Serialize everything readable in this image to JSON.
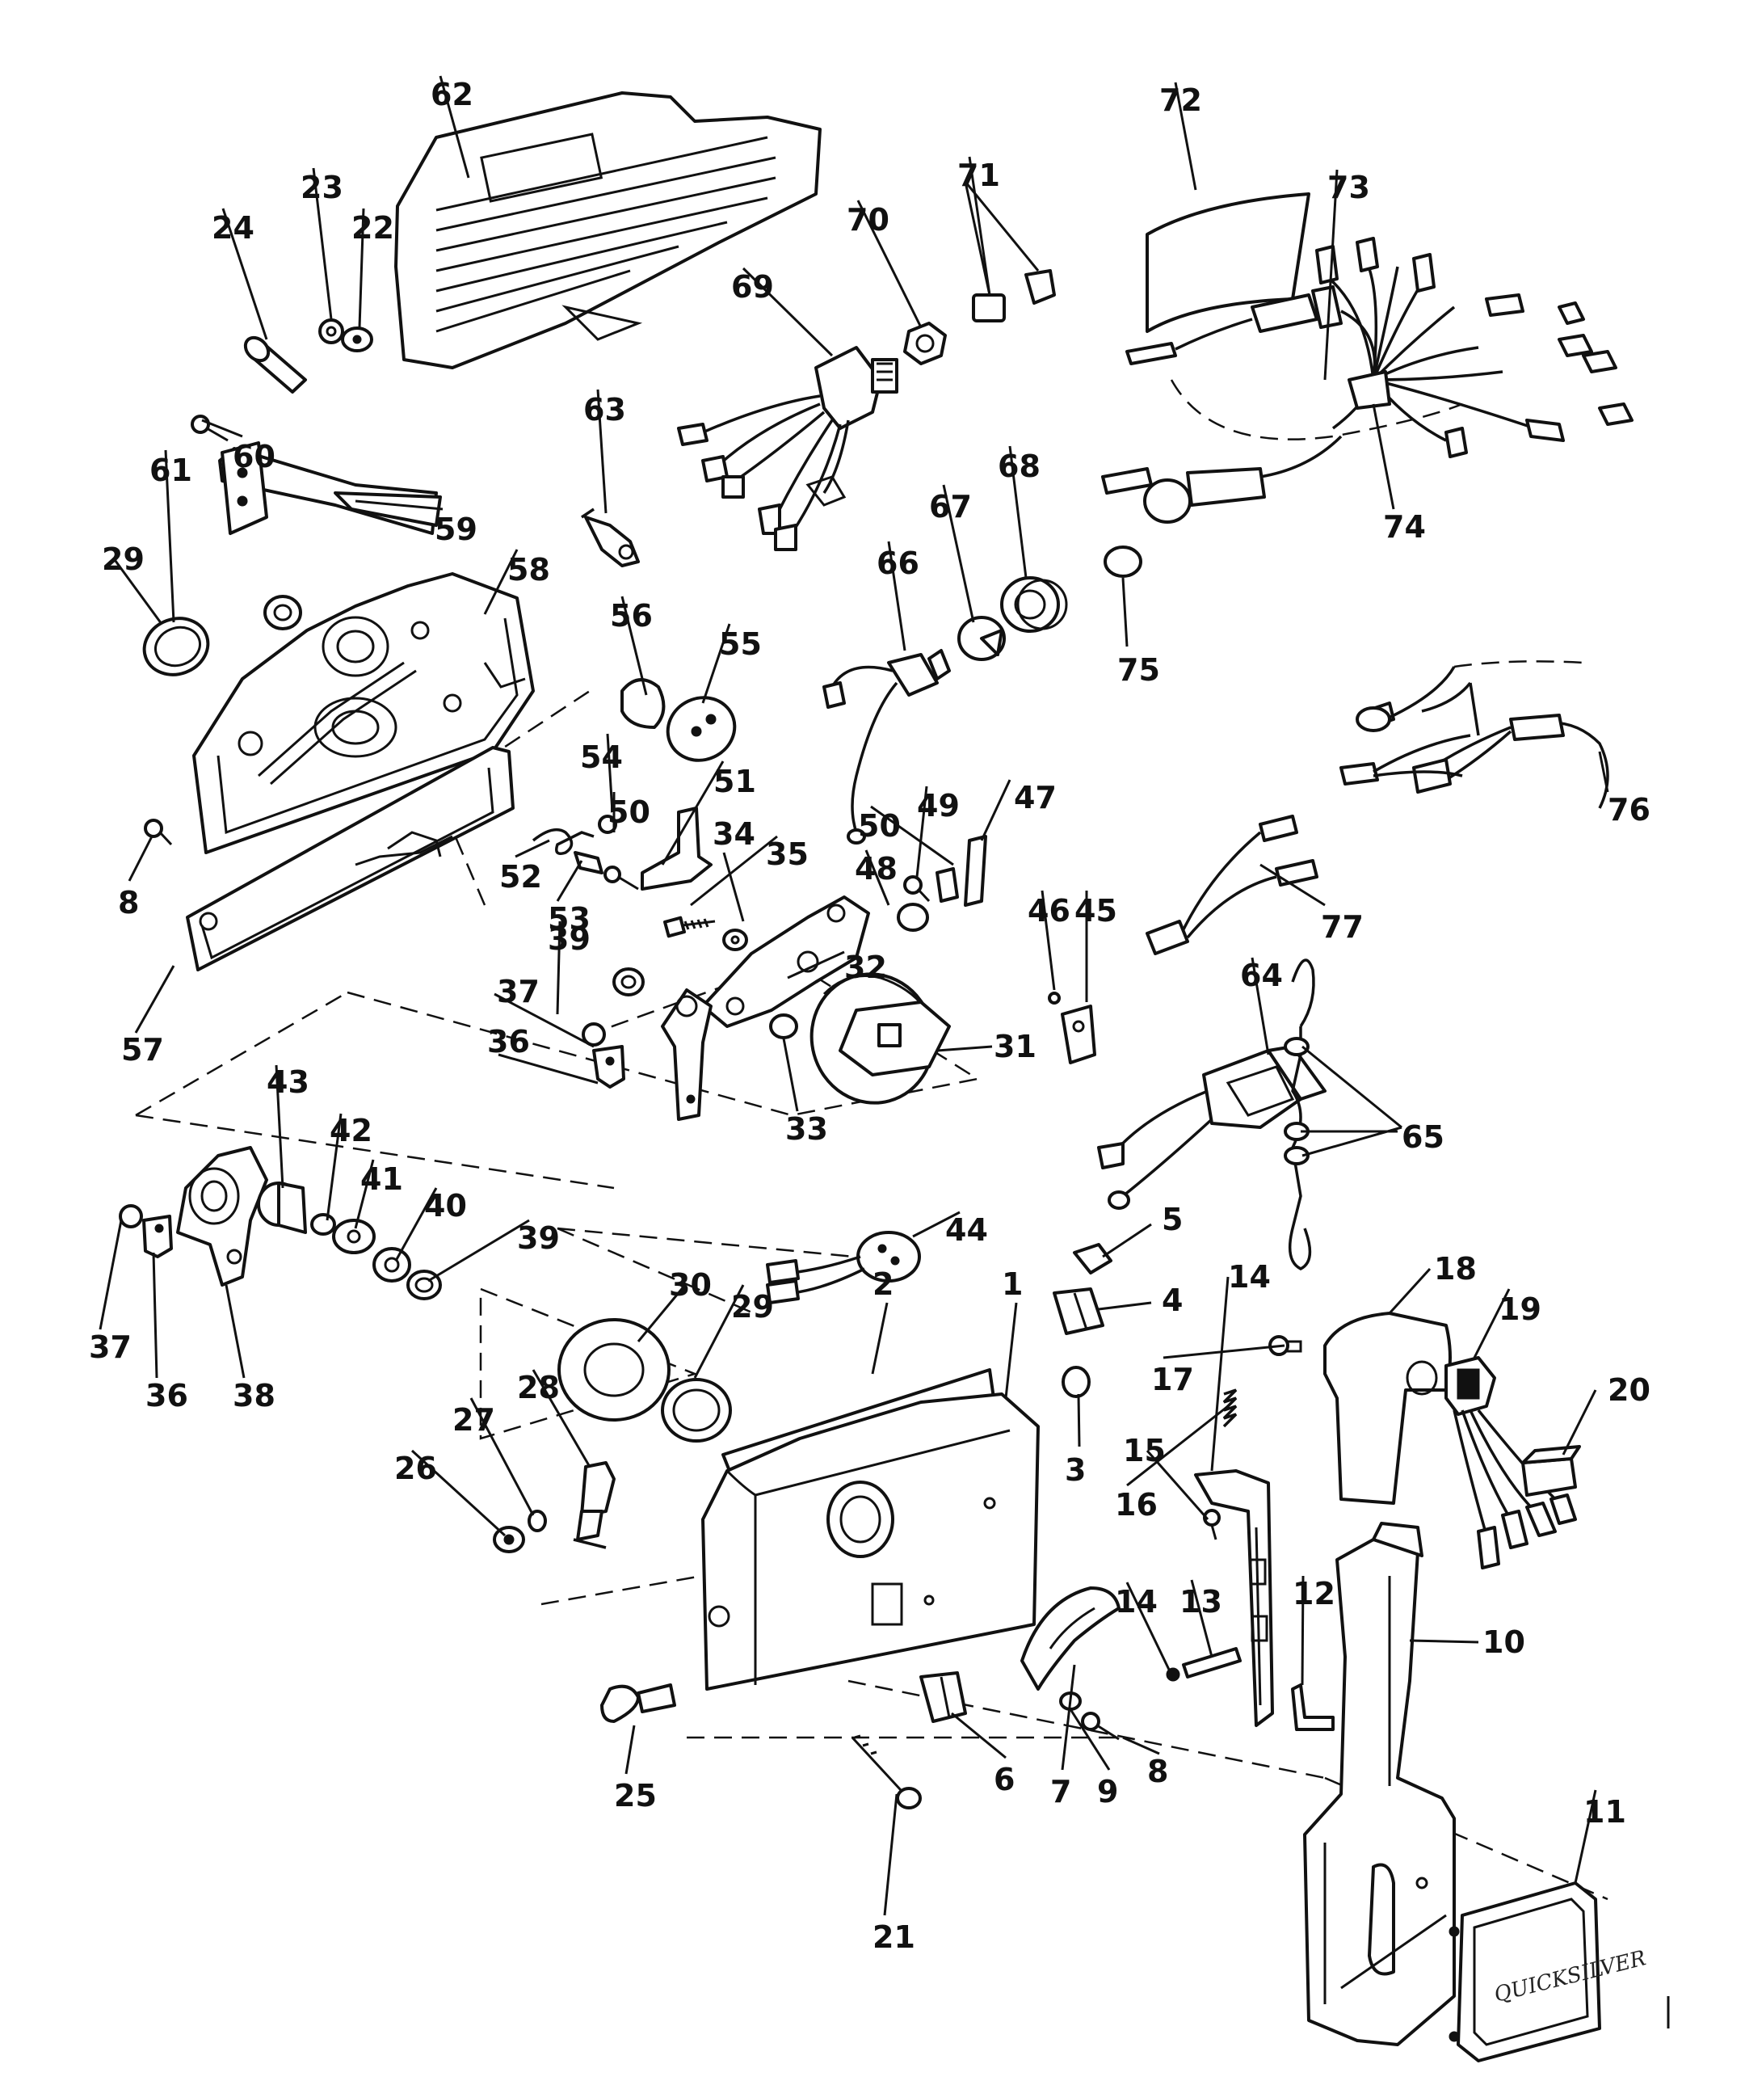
{
  "figure": {
    "brand_text": "QUICKSILVER"
  },
  "callouts": [
    {
      "n": "1"
    },
    {
      "n": "2"
    },
    {
      "n": "3"
    },
    {
      "n": "4"
    },
    {
      "n": "5"
    },
    {
      "n": "6"
    },
    {
      "n": "7"
    },
    {
      "n": "8"
    },
    {
      "n": "8"
    },
    {
      "n": "9"
    },
    {
      "n": "10"
    },
    {
      "n": "11"
    },
    {
      "n": "12"
    },
    {
      "n": "13"
    },
    {
      "n": "14"
    },
    {
      "n": "14"
    },
    {
      "n": "15"
    },
    {
      "n": "16"
    },
    {
      "n": "17"
    },
    {
      "n": "18"
    },
    {
      "n": "19"
    },
    {
      "n": "20"
    },
    {
      "n": "21"
    },
    {
      "n": "22"
    },
    {
      "n": "23"
    },
    {
      "n": "24"
    },
    {
      "n": "25"
    },
    {
      "n": "26"
    },
    {
      "n": "27"
    },
    {
      "n": "28"
    },
    {
      "n": "29"
    },
    {
      "n": "29"
    },
    {
      "n": "30"
    },
    {
      "n": "31"
    },
    {
      "n": "32"
    },
    {
      "n": "33"
    },
    {
      "n": "34"
    },
    {
      "n": "35"
    },
    {
      "n": "36"
    },
    {
      "n": "36"
    },
    {
      "n": "37"
    },
    {
      "n": "37"
    },
    {
      "n": "38"
    },
    {
      "n": "39"
    },
    {
      "n": "39"
    },
    {
      "n": "40"
    },
    {
      "n": "41"
    },
    {
      "n": "42"
    },
    {
      "n": "43"
    },
    {
      "n": "44"
    },
    {
      "n": "45"
    },
    {
      "n": "46"
    },
    {
      "n": "47"
    },
    {
      "n": "48"
    },
    {
      "n": "49"
    },
    {
      "n": "50"
    },
    {
      "n": "50"
    },
    {
      "n": "51"
    },
    {
      "n": "52"
    },
    {
      "n": "53"
    },
    {
      "n": "54"
    },
    {
      "n": "55"
    },
    {
      "n": "56"
    },
    {
      "n": "57"
    },
    {
      "n": "58"
    },
    {
      "n": "59"
    },
    {
      "n": "60"
    },
    {
      "n": "61"
    },
    {
      "n": "62"
    },
    {
      "n": "63"
    },
    {
      "n": "64"
    },
    {
      "n": "65"
    },
    {
      "n": "66"
    },
    {
      "n": "67"
    },
    {
      "n": "68"
    },
    {
      "n": "69"
    },
    {
      "n": "70"
    },
    {
      "n": "71"
    },
    {
      "n": "72"
    },
    {
      "n": "73"
    },
    {
      "n": "74"
    },
    {
      "n": "75"
    },
    {
      "n": "76"
    },
    {
      "n": "77"
    }
  ]
}
